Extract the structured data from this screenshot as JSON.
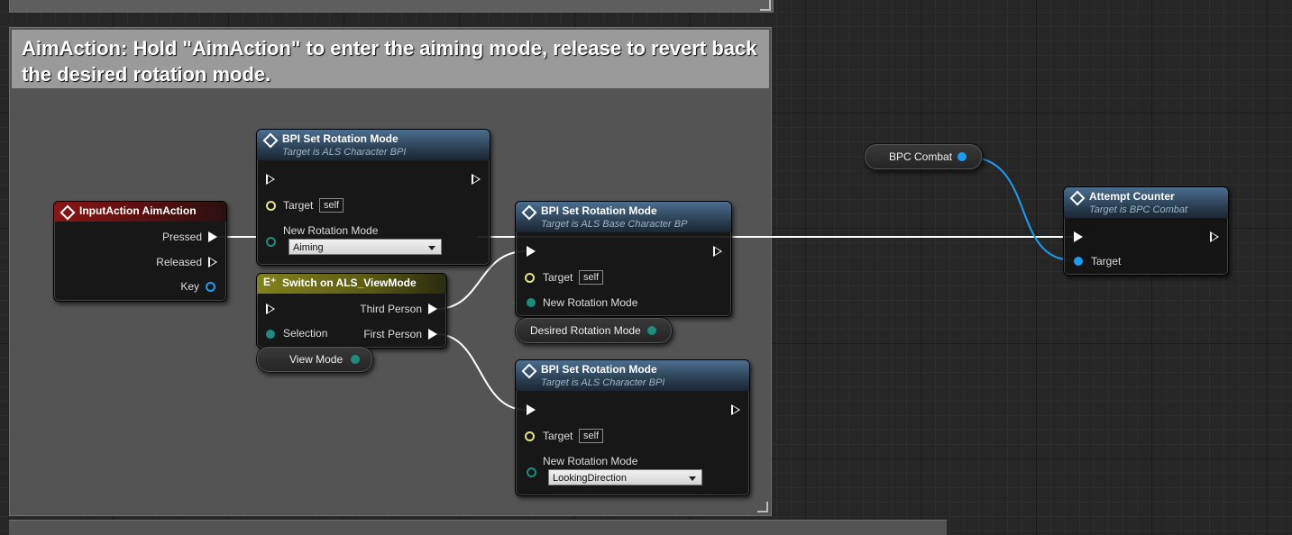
{
  "comment": {
    "title": "AimAction: Hold \"AimAction\" to enter the aiming mode, release to revert back the desired rotation mode."
  },
  "nodes": {
    "input_action": {
      "title": "InputAction AimAction",
      "pins": {
        "pressed": "Pressed",
        "released": "Released",
        "key": "Key"
      }
    },
    "set_rot_1": {
      "title": "BPI Set Rotation Mode",
      "subtitle": "Target is ALS Character BPI",
      "target_label": "Target",
      "target_value": "self",
      "new_mode_label": "New Rotation Mode",
      "new_mode_value": "Aiming"
    },
    "switch": {
      "title": "Switch on ALS_ViewMode",
      "selection_label": "Selection",
      "third_person": "Third Person",
      "first_person": "First Person"
    },
    "view_mode": {
      "label": "View Mode"
    },
    "set_rot_2": {
      "title": "BPI Set Rotation Mode",
      "subtitle": "Target is ALS Base Character BP",
      "target_label": "Target",
      "target_value": "self",
      "new_mode_label": "New Rotation Mode"
    },
    "desired_rot": {
      "label": "Desired Rotation Mode"
    },
    "set_rot_3": {
      "title": "BPI Set Rotation Mode",
      "subtitle": "Target is ALS Character BPI",
      "target_label": "Target",
      "target_value": "self",
      "new_mode_label": "New Rotation Mode",
      "new_mode_value": "LookingDirection"
    },
    "bpc_combat": {
      "label": "BPC Combat"
    },
    "attempt_counter": {
      "title": "Attempt Counter",
      "subtitle": "Target is BPC Combat",
      "target_label": "Target"
    }
  },
  "colors": {
    "exec_wire": "#ffffff",
    "object_wire": "#1d9df0",
    "enum_pin": "#1e8b80",
    "event_header": "#8a1616",
    "function_header": "#3f607f",
    "switch_header": "#82821c"
  }
}
